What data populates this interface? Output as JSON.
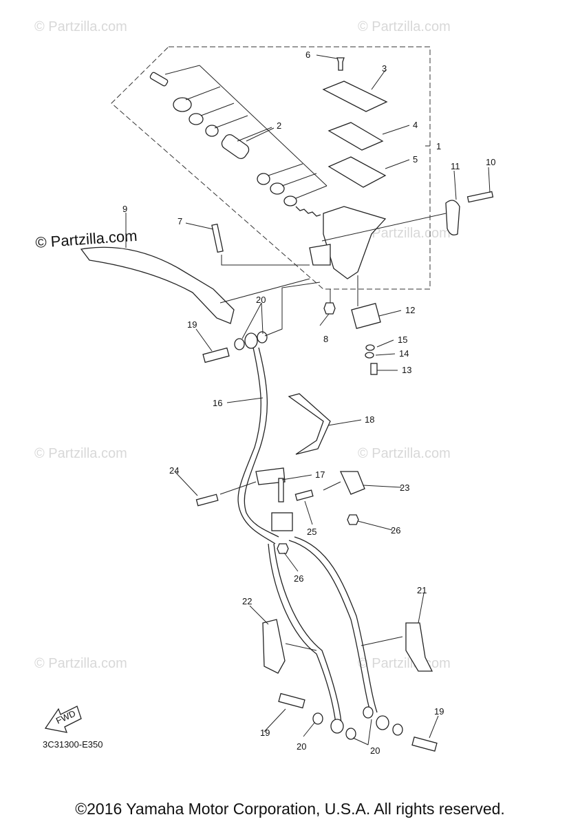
{
  "watermark": "© Partzilla.com",
  "watermark_prominent": "© Partzilla.com",
  "diagram_code": "3C31300-E350",
  "fwd_label": "FWD",
  "copyright": "©2016 Yamaha Motor Corporation, U.S.A. All rights reserved.",
  "callouts": {
    "c1": "1",
    "c2": "2",
    "c3": "3",
    "c4": "4",
    "c5": "5",
    "c6": "6",
    "c7": "7",
    "c8": "8",
    "c9": "9",
    "c10": "10",
    "c11": "11",
    "c12": "12",
    "c13": "13",
    "c14": "14",
    "c15": "15",
    "c16": "16",
    "c17": "17",
    "c18": "18",
    "c19a": "19",
    "c19b": "19",
    "c19c": "19",
    "c20a": "20",
    "c20b": "20",
    "c20c": "20",
    "c21": "21",
    "c22": "22",
    "c23": "23",
    "c24": "24",
    "c25": "25",
    "c26a": "26",
    "c26b": "26"
  }
}
